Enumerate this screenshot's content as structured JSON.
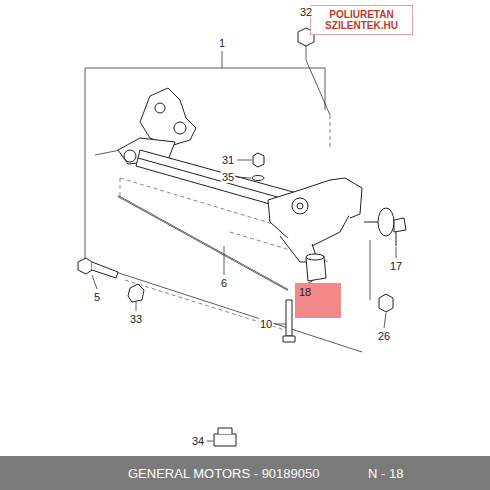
{
  "diagram": {
    "nodes": [
      {
        "text": [
          "POLIURETAN SZILENTEK.HU"
        ]
      },
      {
        "text": [
          "18"
        ]
      },
      {
        "text": [
          "GENERAL MOTORS - 90189050",
          "N - 18"
        ]
      }
    ],
    "labels": [
      "32",
      "1",
      "31",
      "35",
      "17",
      "5",
      "6",
      "33",
      "10",
      "26",
      "34"
    ]
  }
}
